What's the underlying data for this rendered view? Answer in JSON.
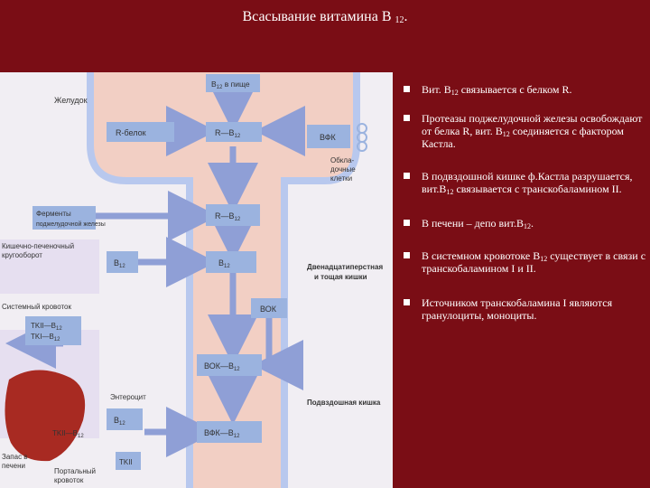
{
  "title": {
    "text": "Всасывание витамина В",
    "sub": "12",
    "suffix": "."
  },
  "diagram": {
    "stomach": "Желудок",
    "food_b12": {
      "pre": "B",
      "sub": "12",
      "post": " в пище"
    },
    "r_protein": "R-белок",
    "r_b12_a": {
      "pre": "R—B",
      "sub": "12"
    },
    "vfk": "ВФК",
    "parietal_1": "Обкла-",
    "parietal_2": "дочные",
    "parietal_3": "клетки",
    "enzymes_1": "Ферменты",
    "enzymes_2": "поджелудочной железы",
    "r_b12_b": {
      "pre": "R—B",
      "sub": "12"
    },
    "enterohepatic_1": "Кишечно-печеночный",
    "enterohepatic_2": "кругооборот",
    "b12_left": {
      "pre": "B",
      "sub": "12"
    },
    "b12_center": {
      "pre": "B",
      "sub": "12"
    },
    "duodenum_1": "Двенадцатиперстная",
    "duodenum_2": "и тощая кишки",
    "systemic": "Системный кровоток",
    "tkii": {
      "pre": "TKII—B",
      "sub": "12"
    },
    "tki": {
      "pre": "TKI—B",
      "sub": "12"
    },
    "vok": "ВОК",
    "vok_b12": {
      "pre": "ВОК—B",
      "sub": "12"
    },
    "enterocyte": "Энтероцит",
    "ileum": "Подвздошная кишка",
    "b12_ent": {
      "pre": "B",
      "sub": "12"
    },
    "vfk_b12": {
      "pre": "ВФК—B",
      "sub": "12"
    },
    "tkii_liver": {
      "pre": "TKII—B",
      "sub": "12"
    },
    "tkii_small": "TKII",
    "liver_store_1": "Запас в",
    "liver_store_2": "печени",
    "portal_1": "Портальный",
    "portal_2": "кровоток"
  },
  "bullets": [
    {
      "parts": [
        "Вит. В",
        "12",
        " связывается с белком R."
      ]
    },
    {
      "parts": [
        "Протеазы поджелудочной железы освобождают от белка R,  вит. B",
        "12",
        " соединяется с фактором Кастла."
      ]
    },
    {
      "parts": [
        "В подвздошной кишке ф.Кастла разрушается, вит.B",
        "12",
        " связывается с транскобаламином II."
      ]
    },
    {
      "parts": [
        "В печени – депо вит.B",
        "12",
        "."
      ]
    },
    {
      "parts": [
        "В системном кровотоке B",
        "12",
        " существует в связи с транскобаламином I и II."
      ]
    },
    {
      "parts": [
        " Источником транскобаламина I являются  гранулоциты, моноциты.",
        "",
        ""
      ]
    }
  ],
  "colors": {
    "background": "#7a0d15",
    "diagram_bg": "#f1eef3",
    "box_blue": "#9bb3df",
    "tube": "#f2cfc4",
    "liver": "#a82a22"
  }
}
